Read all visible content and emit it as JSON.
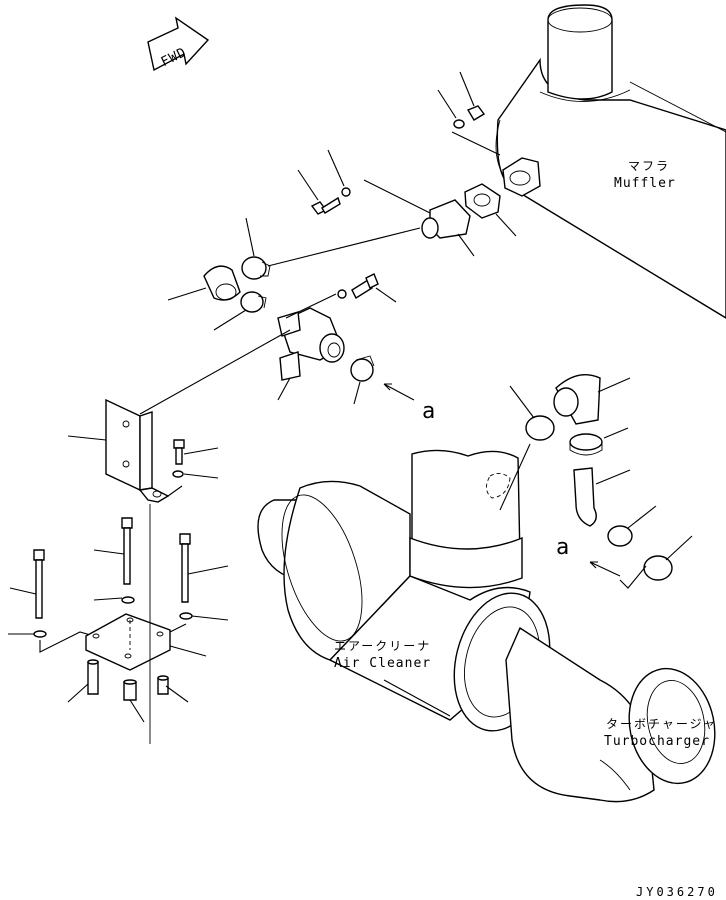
{
  "labels": {
    "muffler_jp": "マフラ",
    "muffler_en": "Muffler",
    "air_cleaner_jp": "エアークリーナ",
    "air_cleaner_en": "Air Cleaner",
    "turbo_jp": "ターボチャージャ",
    "turbo_en": "Turbocharger",
    "view_a_1": "a",
    "view_a_2": "a",
    "fwd": "FWD",
    "drawing_code": "JY036270"
  },
  "icons": {
    "fwd_arrow": "fwd-arrow-icon"
  },
  "colors": {
    "line": "#000000",
    "background": "#ffffff"
  }
}
